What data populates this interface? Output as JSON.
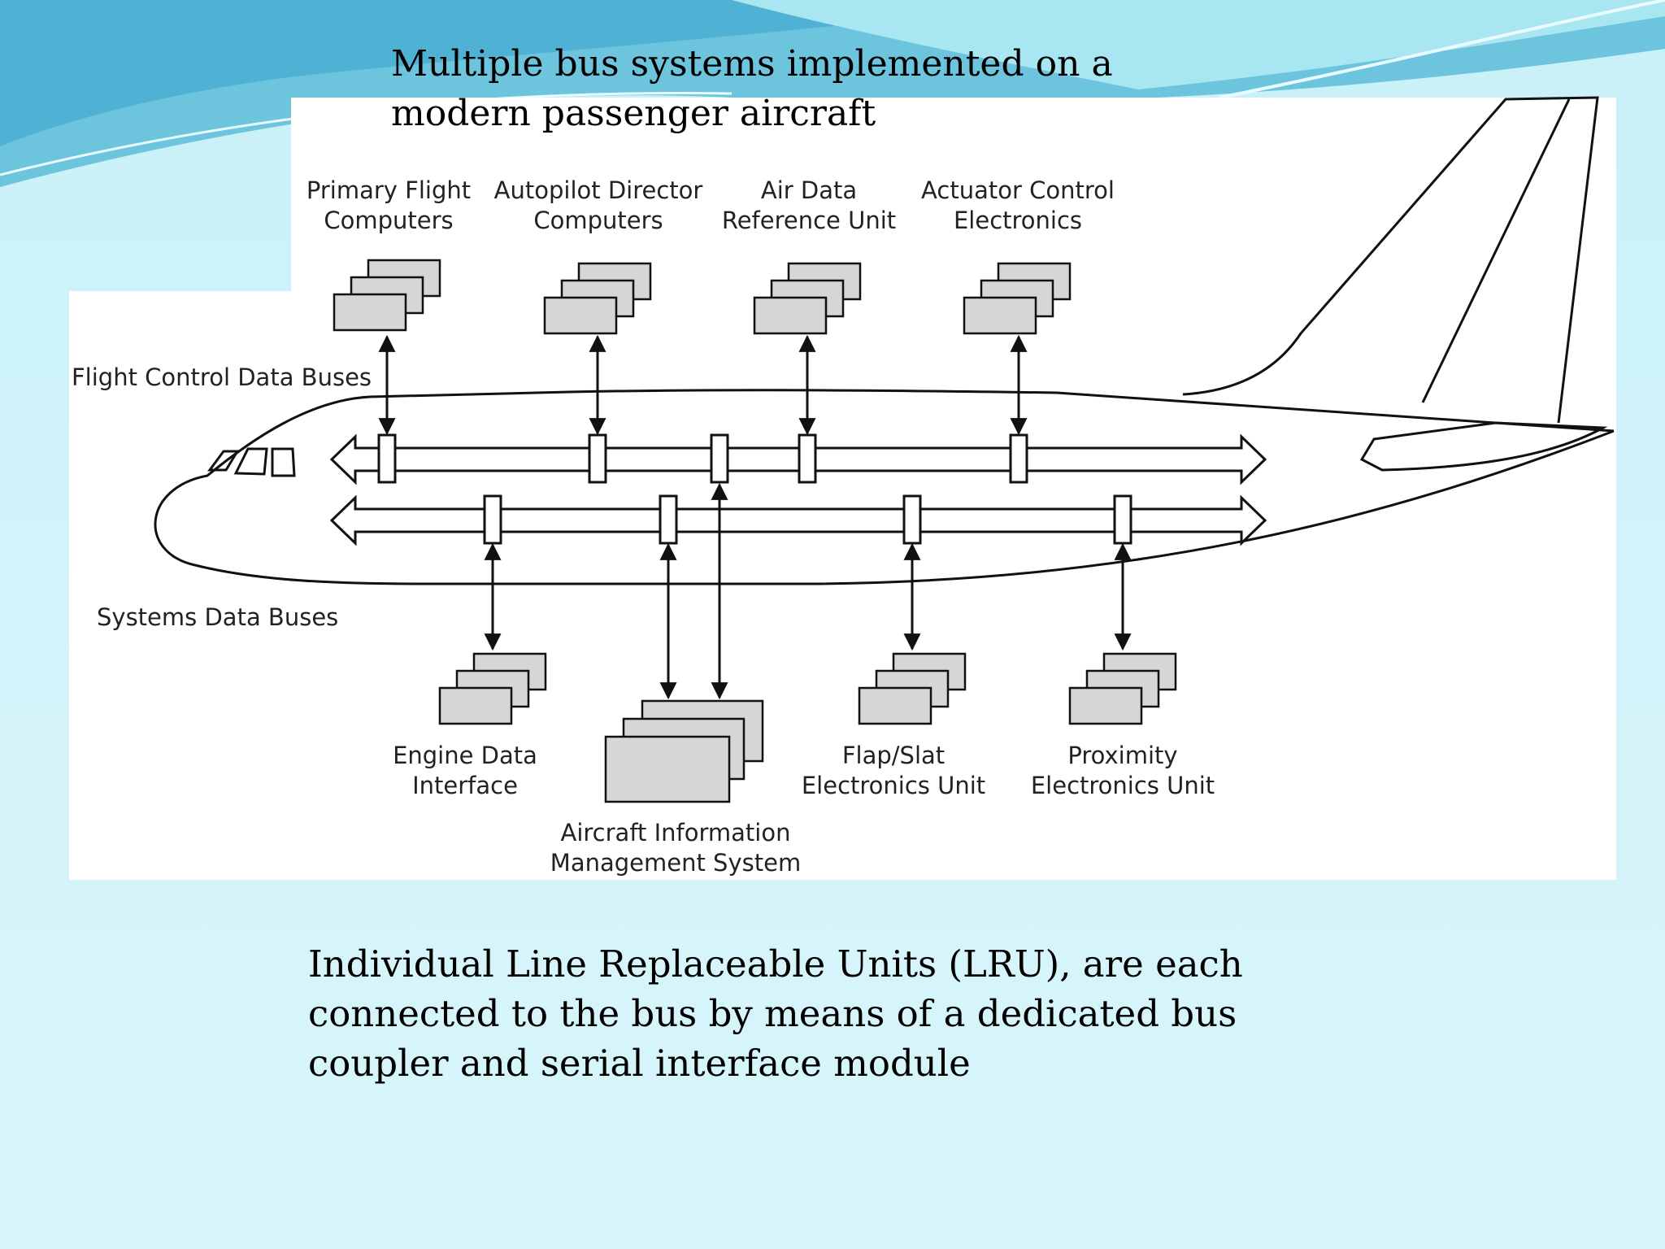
{
  "slide": {
    "title": "Multiple bus systems implemented on a modern passenger aircraft",
    "caption": "Individual Line Replaceable Units (LRU), are each connected to the bus by means of a dedicated bus coupler and serial interface module"
  },
  "colors": {
    "background": "#d4f4fa",
    "wave_dark": "#52b6d6",
    "wave_light": "#8fdcec",
    "panel": "#ffffff",
    "unit_fill": "#d6d6d6",
    "line": "#111111"
  },
  "diagram": {
    "bus_labels": {
      "flight_control": "Flight Control Data Buses",
      "systems": "Systems Data Buses"
    },
    "units": {
      "primary_flight": {
        "line1": "Primary Flight",
        "line2": "Computers"
      },
      "autopilot_director": {
        "line1": "Autopilot Director",
        "line2": "Computers"
      },
      "air_data": {
        "line1": "Air Data",
        "line2": "Reference Unit"
      },
      "actuator_control": {
        "line1": "Actuator Control",
        "line2": "Electronics"
      },
      "engine_data": {
        "line1": "Engine Data",
        "line2": "Interface"
      },
      "aims": {
        "line1": "Aircraft Information",
        "line2": "Management System"
      },
      "flap_slat": {
        "line1": "Flap/Slat",
        "line2": "Electronics Unit"
      },
      "proximity": {
        "line1": "Proximity",
        "line2": "Electronics Unit"
      }
    }
  }
}
